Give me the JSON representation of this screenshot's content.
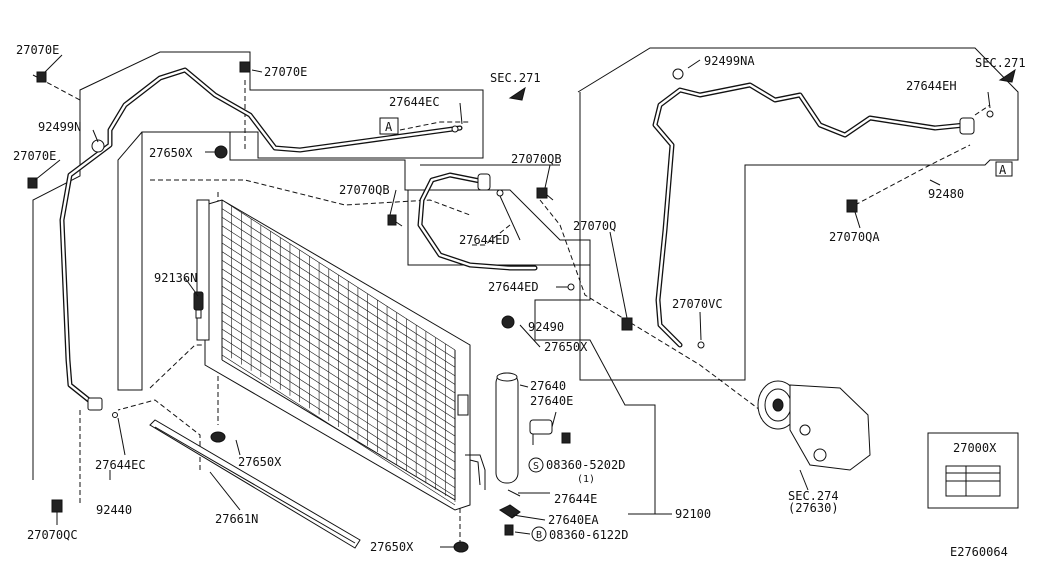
{
  "diagram_id": "E2760064",
  "labels": {
    "p27070E_tl": "27070E",
    "p27070E_top": "27070E",
    "p92499N": "92499N",
    "p27070E_left": "27070E",
    "p27650X_top": "27650X",
    "p92136N": "92136N",
    "p27644EC_upper": "27644EC",
    "sec271_left": "SEC.271",
    "p27070QB_a": "27070QB",
    "p27070QB_b": "27070QB",
    "p27644ED_a": "27644ED",
    "p27644ED_b": "27644ED",
    "p92490": "92490",
    "p27650X_mid": "27650X",
    "p27640": "27640",
    "p27640E": "27640E",
    "bolt_s": "08360-5202D",
    "bolt_s_qty": "(1)",
    "p27644E": "27644E",
    "p27640EA": "27640EA",
    "bolt_b": "08360-6122D",
    "p27650X_low": "27650X",
    "p27650X_bottom": "27650X",
    "p27661N": "27661N",
    "p27644EC_lower": "27644EC",
    "p92440": "92440",
    "p27070QC": "27070QC",
    "p92100": "92100",
    "p92499NA": "92499NA",
    "sec271_right": "SEC.271",
    "p27644EH": "27644EH",
    "p92480": "92480",
    "p27070QA": "27070QA",
    "p27070Q": "27070Q",
    "p27070VC": "27070VC",
    "sec274": "SEC.274",
    "sec274_sub": "(27630)",
    "p27000X": "27000X"
  },
  "refs": {
    "ref_a_left": "A",
    "ref_a_right": "A",
    "circle_s": "S",
    "circle_b": "B"
  }
}
